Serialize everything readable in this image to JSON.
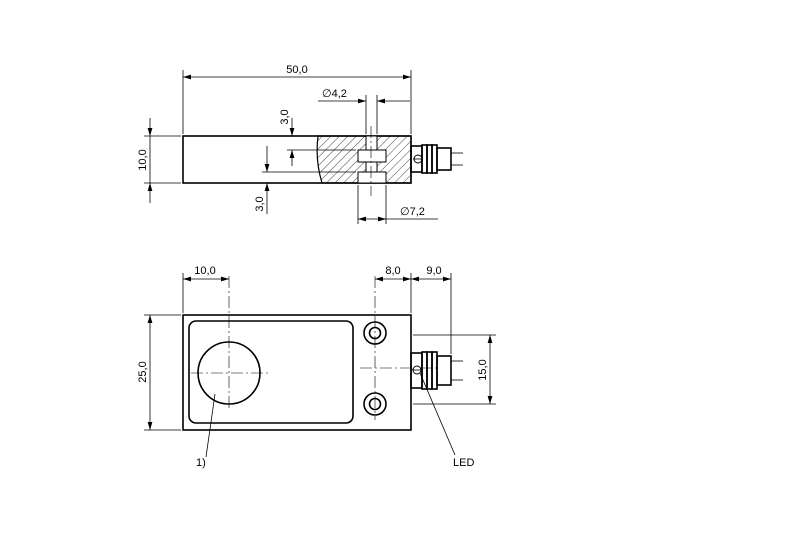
{
  "side_view": {
    "dim_length": "50,0",
    "dim_bore": "∅4,2",
    "dim_height": "10,0",
    "dim_top_offset": "3,0",
    "dim_bottom_offset": "3,0",
    "dim_counterbore": "∅7,2"
  },
  "top_view": {
    "dim_face_width": "10,0",
    "dim_hole_pitch": "8,0",
    "dim_connector": "9,0",
    "dim_width": "25,0",
    "dim_connector_height": "15,0",
    "note_marker": "1)",
    "led_label": "LED"
  }
}
